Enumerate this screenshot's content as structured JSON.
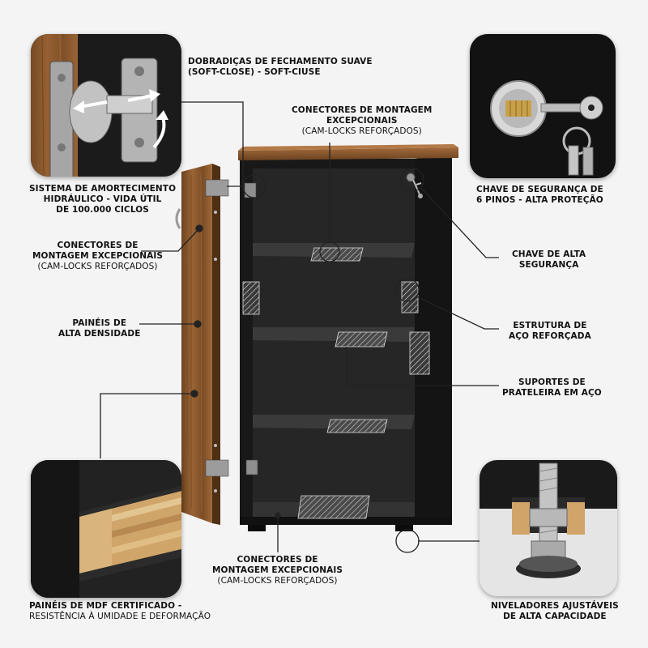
{
  "labels": {
    "hinge_title_1": "DOBRADIÇAS DE FECHAMENTO SUAVE",
    "hinge_title_2": "(SOFT-CLOSE) - SOFT-CIUSE",
    "cam_top_1": "CONECTORES DE MONTAGEM",
    "cam_top_2": "EXCEPCIONAIS",
    "cam_top_3": "(CAM-LOCKS REFORÇADOS)",
    "damper_1": "SISTEMA DE AMORTECIMENTO",
    "damper_2": "HIDRÁULICO - VIDA ÚTIL",
    "damper_3": "DE 100.000 CICLOS",
    "cam_left_1": "CONECTORES DE",
    "cam_left_2": "MONTAGEM EXCEPCIONAIS",
    "cam_left_3": "(CAM-LOCKS REFORÇADOS)",
    "panels_1": "PAINÉIS DE",
    "panels_2": "ALTA DENSIDADE",
    "key_1": "CHAVE DE SEGURANÇA DE",
    "key_2": "6 PINOS - ALTA PROTEÇÃO",
    "lock_1": "CHAVE DE ALTA",
    "lock_2": "SEGURANÇA",
    "steel_1": "ESTRUTURA DE",
    "steel_2": "AÇO REFORÇADA",
    "supports_1": "SUPORTES DE",
    "supports_2": "PRATELEIRA EM AÇO",
    "cam_bottom_1": "CONECTORES DE",
    "cam_bottom_2": "MONTAGEM EXCEPCIONAIS",
    "cam_bottom_3": "(CAM-LOCKS REFORÇADOS)",
    "mdf_1": "PAINÉIS DE MDF CERTIFICADO -",
    "mdf_2": "RESISTÊNCIA À UMIDADE E DEFORMAÇÃO",
    "levelers_1": "NIVELADORES AJUSTÁVEIS",
    "levelers_2": "DE ALTA CAPACIDADE"
  },
  "colors": {
    "cabinet_black": "#1c1c1c",
    "wood": "#8a5a30",
    "background": "#f4f4f4"
  }
}
